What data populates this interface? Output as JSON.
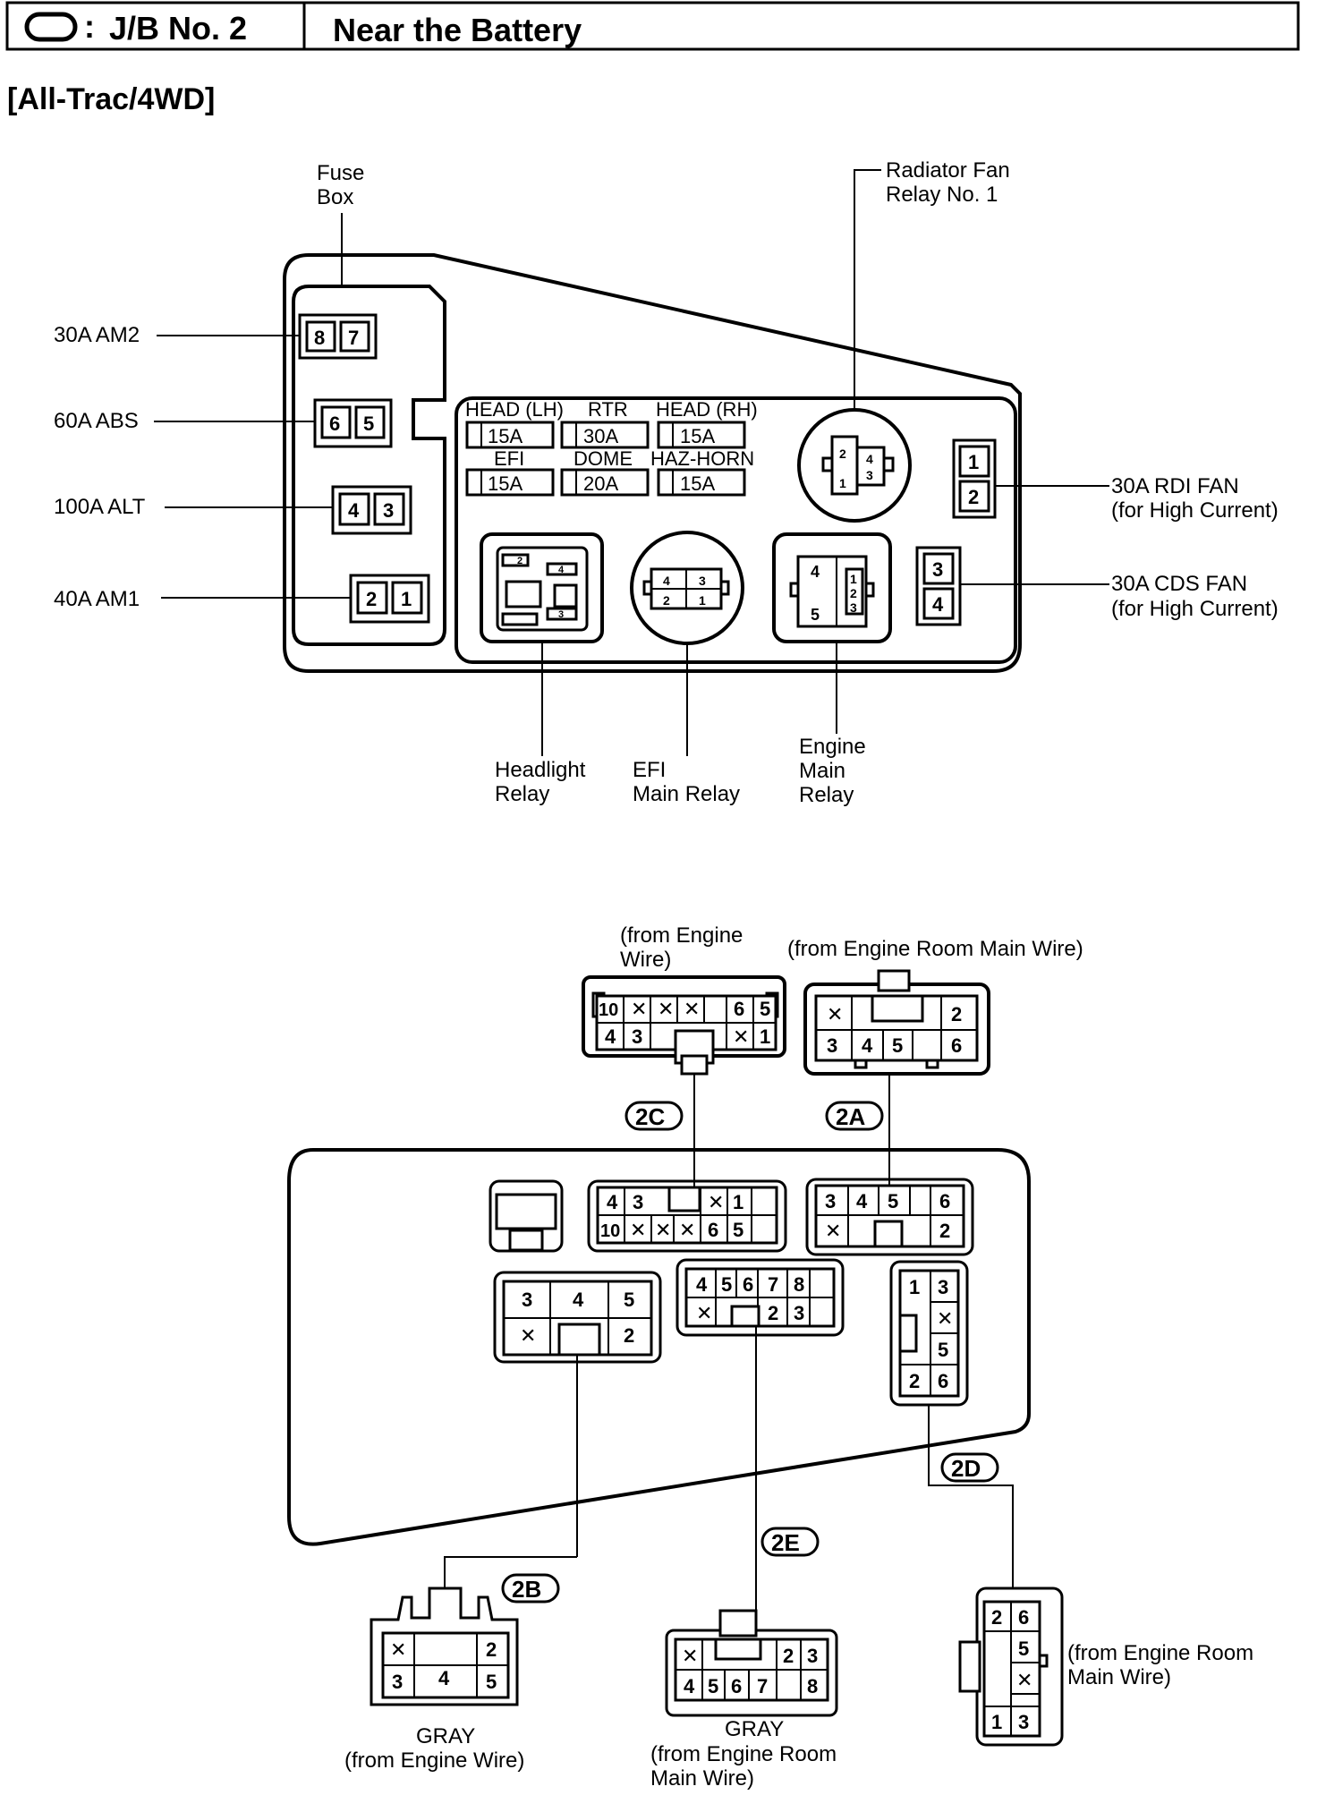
{
  "header": {
    "jb_label": "J/B No. 2",
    "location": "Near the Battery"
  },
  "variant": "[All-Trac/4WD]",
  "labels": {
    "fuse_box_1": "Fuse",
    "fuse_box_2": "Box",
    "am2": "30A AM2",
    "abs": "60A ABS",
    "alt": "100A ALT",
    "am1": "40A AM1",
    "rad_fan_1": "Radiator Fan",
    "rad_fan_2": "Relay No. 1",
    "rdi_fan_1": "30A RDI FAN",
    "rdi_fan_2": "(for High Current)",
    "cds_fan_1": "30A CDS FAN",
    "cds_fan_2": "(for High Current)",
    "headlight_1": "Headlight",
    "headlight_2": "Relay",
    "efi_main_1": "EFI",
    "efi_main_2": "Main Relay",
    "engine_main_1": "Engine",
    "engine_main_2": "Main",
    "engine_main_3": "Relay"
  },
  "fuses": {
    "head_lh": "HEAD (LH)",
    "rtr": "RTR",
    "head_rh": "HEAD (RH)",
    "efi": "EFI",
    "dome": "DOME",
    "haz_horn": "HAZ-HORN",
    "head_lh_amp": "15A",
    "rtr_amp": "30A",
    "head_rh_amp": "15A",
    "efi_amp": "15A",
    "dome_amp": "20A",
    "haz_horn_amp": "15A"
  },
  "connectors": {
    "c2c_tag": "2C",
    "c2a_tag": "2A",
    "c2b_tag": "2B",
    "c2d_tag": "2D",
    "c2e_tag": "2E",
    "c2c_src_1": "(from Engine",
    "c2c_src_2": "Wire)",
    "c2a_src": "(from Engine Room Main Wire)",
    "c2b_color": "GRAY",
    "c2b_src": "(from Engine Wire)",
    "c2e_color": "GRAY",
    "c2e_src_1": "(from Engine Room",
    "c2e_src_2": "Main Wire)",
    "c2d_src_1": "(from Engine Room",
    "c2d_src_2": "Main Wire)"
  }
}
